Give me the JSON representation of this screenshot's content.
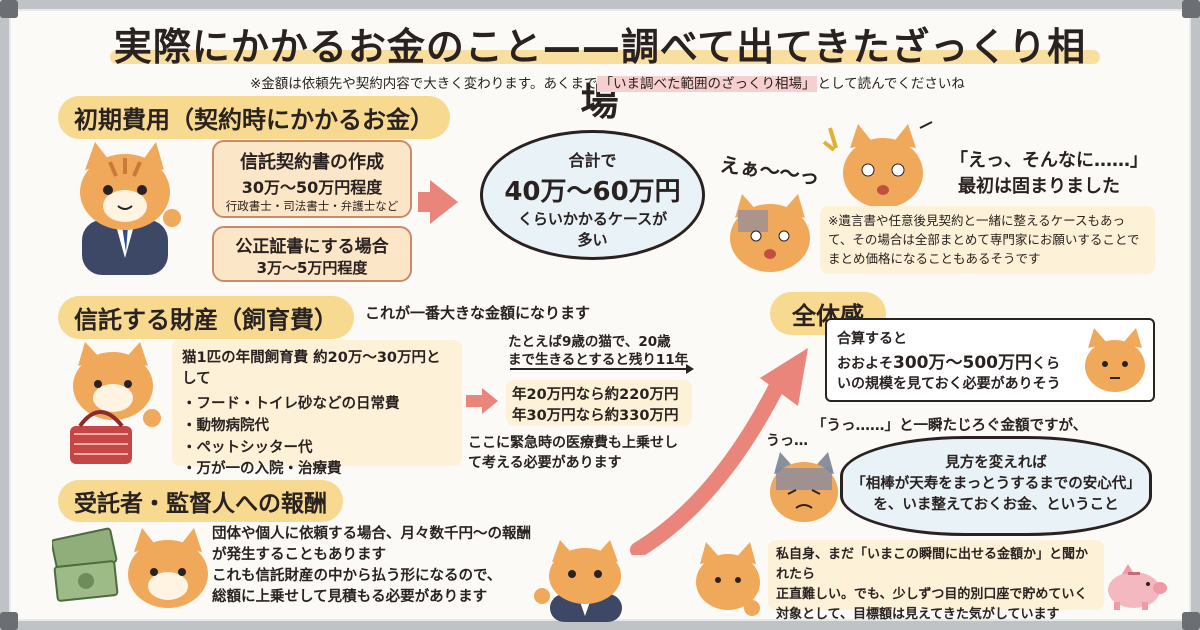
{
  "title": "実際にかかるお金のこと——調べて出てきたざっくり相場",
  "note_prefix": "※金額は依頼先や契約内容で大きく変わります。あくまで",
  "note_highlight": "「いま調べた範囲のざっくり相場」",
  "note_suffix": "として読んでくださいね",
  "initial": {
    "label": "初期費用（契約時にかかるお金）",
    "box1_line1": "信託契約書の作成",
    "box1_line2": "30万～50万円程度",
    "box1_line3": "行政書士・司法書士・弁護士など",
    "box2_line1": "公正証書にする場合",
    "box2_line2": "3万～5万円程度",
    "total_line1": "合計で",
    "total_line2": "40万～60万円",
    "total_line3": "くらいかかるケースが",
    "total_line4": "多い",
    "ea": "えぁ〜〜っ",
    "reaction_line1": "「えっ、そんなに……」",
    "reaction_line2": "最初は固まりました",
    "aside": "※遺言書や任意後見契約と一緒に整えるケースもあって、その場合は全部まとめて専門家にお願いすることでまとめ価格になることもあるそうです"
  },
  "trust": {
    "label": "信託する財産（飼育費）",
    "label_note": "これが一番大きな金額になります",
    "yearly": "猫1匹の年間飼育費 約20万～30万円として",
    "items": [
      "・フード・トイレ砂などの日常費",
      "・動物病院代",
      "・ペットシッター代",
      "・万が一の入院・治療費"
    ],
    "example_line1": "たとえば9歳の猫で、20歳",
    "example_line2": "まで生きるとすると残り11年",
    "calc1": "年20万円なら約220万円",
    "calc2": "年30万円なら約330万円",
    "medical_line1": "ここに緊急時の医療費も上乗せし",
    "medical_line2": "て考える必要があります"
  },
  "fee": {
    "label": "受託者・監督人への報酬",
    "line1": "団体や個人に依頼する場合、月々数千円～の報酬",
    "line2": "が発生することもあります",
    "line3": "これも信託財産の中から払う形になるので、",
    "line4": "総額に上乗せして見積もる必要があります"
  },
  "overall": {
    "label": "全体感",
    "line1": "合算すると",
    "line2_prefix": "おおよそ",
    "line2_amount": "300万～500万円",
    "line2_suffix": "くら",
    "line3": "いの規模を見ておく必要がありそう",
    "uu_line": "「うっ……」と一瞬たじろぐ金額ですが、",
    "uu": "うっ…",
    "view_line1": "見方を変えれば",
    "view_line2": "「相棒が天寿をまっとうするまでの安心代」",
    "view_line3": "を、いま整えておくお金、ということ",
    "self_line1": "私自身、まだ「いまこの瞬間に出せる金額か」と聞かれたら",
    "self_line2": "正直難しい。でも、少しずつ目的別口座で貯めていく",
    "self_line3": "対象として、目標額は見えてきた気がしています"
  },
  "colors": {
    "accent": "#e9857b",
    "label": "#f7d98f",
    "box": "#fce6c8",
    "cream": "#fdf1d8",
    "speech": "#e8f2f7",
    "cat": "#f0a95a"
  }
}
